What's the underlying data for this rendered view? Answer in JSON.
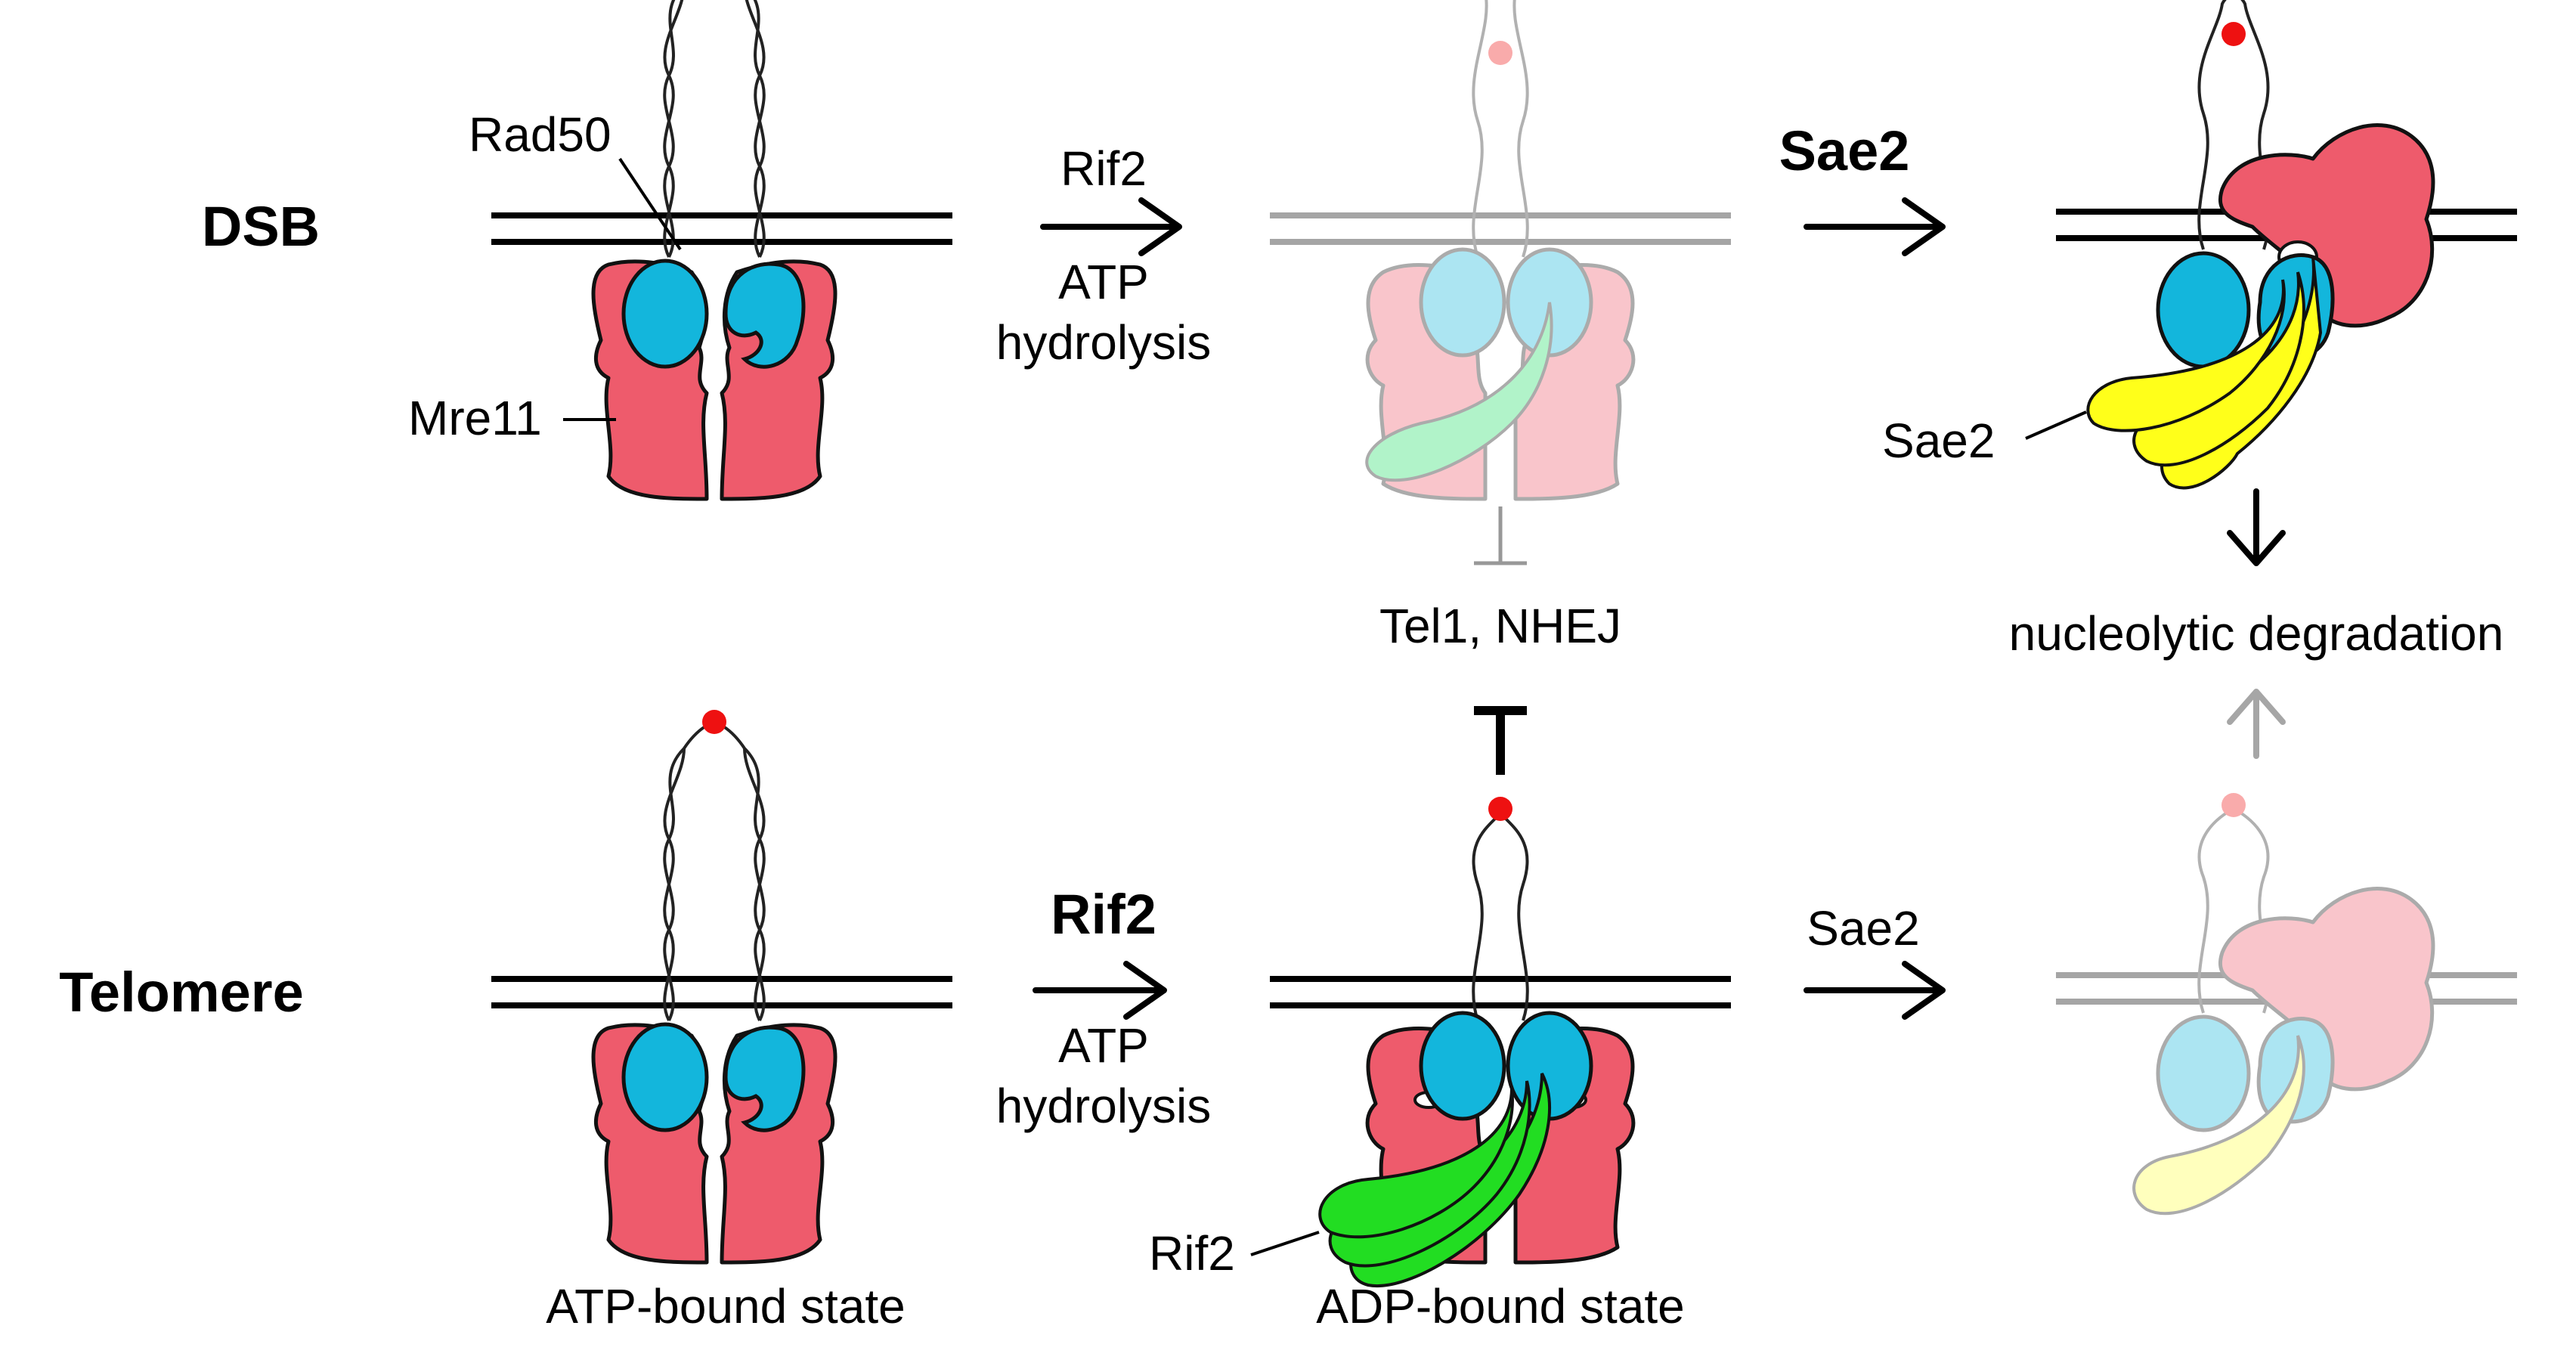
{
  "rows": {
    "dsb": "DSB",
    "telomere": "Telomere"
  },
  "protein_labels": {
    "rad50": "Rad50",
    "mre11": "Mre11",
    "sae2": "Sae2",
    "rif2": "Rif2"
  },
  "arrows": {
    "dsb_step1_top": "Rif2",
    "dsb_step1_bottom": "ATP hydrolysis",
    "dsb_step2_top": "Sae2",
    "tel_step1_top": "Rif2",
    "tel_step1_bottom": "ATP hydrolysis",
    "tel_step2_top": "Sae2"
  },
  "outcomes": {
    "tel1_nhej": "Tel1, NHEJ",
    "nucleolytic_degradation": "nucleolytic degradation"
  },
  "states": {
    "atp_bound": "ATP-bound state",
    "adp_bound": "ADP-bound state"
  },
  "colors": {
    "mre11": "#ee5b6c",
    "rad50": "#13b6dc",
    "sae2": "#ffff1a",
    "rif2": "#22dd22",
    "zinc_hook": "#ee1111"
  }
}
